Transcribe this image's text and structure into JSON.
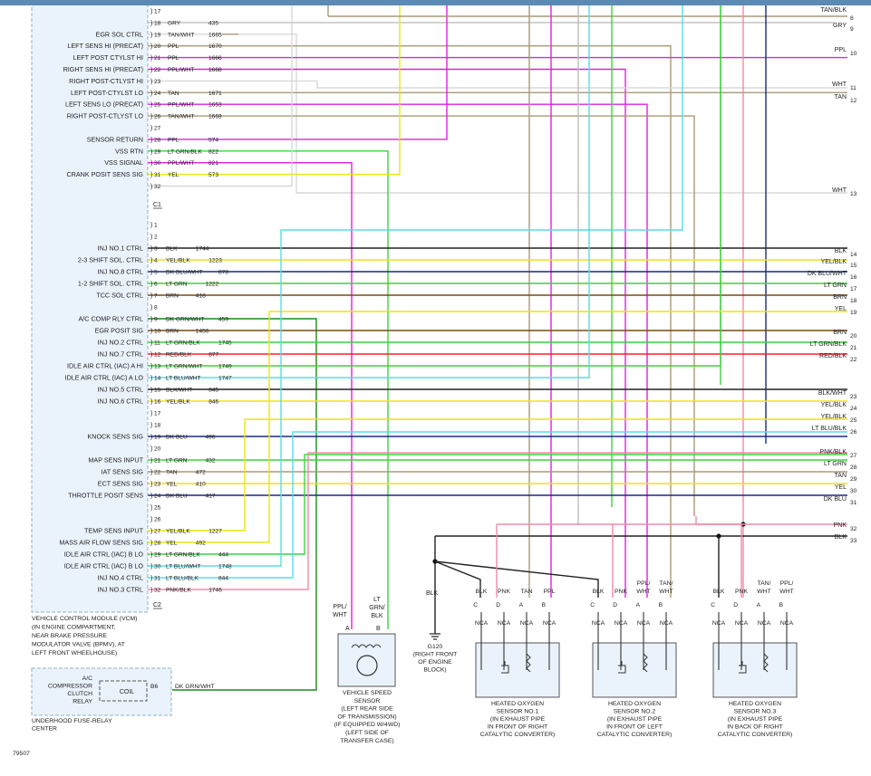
{
  "colors": {
    "GRY": "#bdbdbd",
    "TAN": "#a89a78",
    "PPL": "#e020e0",
    "WHT": "#d8d8d8",
    "YEL": "#ece414",
    "LTGRN": "#3bd43b",
    "BLK": "#222222",
    "DKBLU": "#1a2a80",
    "BRN": "#7a4a10",
    "RED": "#ff2020",
    "LTBLU": "#55dde8",
    "PNK": "#f08aa8",
    "DKGRN": "#1a8a1a"
  },
  "vcm_pins_c1": [
    {
      "pin": "17",
      "func": "",
      "wire": "",
      "circuit": ""
    },
    {
      "pin": "18",
      "func": "",
      "wire": "GRY",
      "circuit": "435"
    },
    {
      "pin": "19",
      "func": "EGR SOL CTRL",
      "wire": "TAN/WHT",
      "circuit": "1665"
    },
    {
      "pin": "20",
      "func": "LEFT SENS HI (PRECAT)",
      "wire": "PPL",
      "circuit": "1670"
    },
    {
      "pin": "21",
      "func": "LEFT POST CTYLST HI",
      "wire": "PPL",
      "circuit": "1666"
    },
    {
      "pin": "22",
      "func": "RIGHT SENS HI (PRECAT)",
      "wire": "PPL/WHT",
      "circuit": "1668"
    },
    {
      "pin": "23",
      "func": "RIGHT POST-CTLYST HI",
      "wire": "",
      "circuit": ""
    },
    {
      "pin": "24",
      "func": "LEFT POST-CTYLST LO",
      "wire": "TAN",
      "circuit": "1671"
    },
    {
      "pin": "25",
      "func": "LEFT SENS LO (PRECAT)",
      "wire": "PPL/WHT",
      "circuit": "1653"
    },
    {
      "pin": "26",
      "func": "RIGHT POST-CTLYST LO",
      "wire": "TAN/WHT",
      "circuit": "1669"
    },
    {
      "pin": "27",
      "func": "",
      "wire": "",
      "circuit": ""
    },
    {
      "pin": "28",
      "func": "SENSOR RETURN",
      "wire": "PPL",
      "circuit": "574"
    },
    {
      "pin": "29",
      "func": "VSS RTN",
      "wire": "LT GRN/BLK",
      "circuit": "822"
    },
    {
      "pin": "30",
      "func": "VSS SIGNAL",
      "wire": "PPL/WHT",
      "circuit": "821"
    },
    {
      "pin": "31",
      "func": "CRANK POSIT SENS SIG",
      "wire": "YEL",
      "circuit": "573"
    },
    {
      "pin": "32",
      "func": "",
      "wire": "",
      "circuit": ""
    }
  ],
  "connector_c1": "C1",
  "vcm_pins_c2": [
    {
      "pin": "1",
      "func": "",
      "wire": "",
      "circuit": ""
    },
    {
      "pin": "2",
      "func": "",
      "wire": "",
      "circuit": ""
    },
    {
      "pin": "3",
      "func": "INJ NO.1 CTRL",
      "wire": "BLK",
      "circuit": "1744"
    },
    {
      "pin": "4",
      "func": "2-3 SHIFT SOL. CTRL",
      "wire": "YEL/BLK",
      "circuit": "1223"
    },
    {
      "pin": "5",
      "func": "INJ NO.8 CTRL",
      "wire": "DK BLU/WHT",
      "circuit": "878"
    },
    {
      "pin": "6",
      "func": "1-2 SHIFT SOL. CTRL",
      "wire": "LT GRN",
      "circuit": "1222"
    },
    {
      "pin": "7",
      "func": "TCC SOL CTRL",
      "wire": "BRN",
      "circuit": "418"
    },
    {
      "pin": "8",
      "func": "",
      "wire": "",
      "circuit": ""
    },
    {
      "pin": "9",
      "func": "A/C COMP RLY CTRL",
      "wire": "DK GRN/WHT",
      "circuit": "459"
    },
    {
      "pin": "10",
      "func": "EGR POSIT SIG",
      "wire": "BRN",
      "circuit": "1456"
    },
    {
      "pin": "11",
      "func": "INJ NO.2 CTRL",
      "wire": "LT GRN/BLK",
      "circuit": "1745"
    },
    {
      "pin": "12",
      "func": "INJ NO.7 CTRL",
      "wire": "RED/BLK",
      "circuit": "877"
    },
    {
      "pin": "13",
      "func": "IDLE AIR CTRL (IAC) A HI",
      "wire": "LT GRN/WHT",
      "circuit": "1749"
    },
    {
      "pin": "14",
      "func": "IDLE AIR CTRL (IAC) A LO",
      "wire": "LT BLU/WHT",
      "circuit": "1747"
    },
    {
      "pin": "15",
      "func": "INJ NO.5 CTRL",
      "wire": "BLK/WHT",
      "circuit": "845"
    },
    {
      "pin": "16",
      "func": "INJ NO.6 CTRL",
      "wire": "YEL/BLK",
      "circuit": "846"
    },
    {
      "pin": "17",
      "func": "",
      "wire": "",
      "circuit": ""
    },
    {
      "pin": "18",
      "func": "",
      "wire": "",
      "circuit": ""
    },
    {
      "pin": "19",
      "func": "KNOCK SENS SIG",
      "wire": "DK BLU",
      "circuit": "496"
    },
    {
      "pin": "20",
      "func": "",
      "wire": "",
      "circuit": ""
    },
    {
      "pin": "21",
      "func": "MAP SENS INPUT",
      "wire": "LT GRN",
      "circuit": "432"
    },
    {
      "pin": "22",
      "func": "IAT SENS SIG",
      "wire": "TAN",
      "circuit": "472"
    },
    {
      "pin": "23",
      "func": "ECT SENS SIG",
      "wire": "YEL",
      "circuit": "410"
    },
    {
      "pin": "24",
      "func": "THROTTLE POSIT SENS",
      "wire": "DK BLU",
      "circuit": "417"
    },
    {
      "pin": "25",
      "func": "",
      "wire": "",
      "circuit": ""
    },
    {
      "pin": "26",
      "func": "",
      "wire": "",
      "circuit": ""
    },
    {
      "pin": "27",
      "func": "TEMP SENS INPUT",
      "wire": "YEL/BLK",
      "circuit": "1227"
    },
    {
      "pin": "28",
      "func": "MASS AIR FLOW SENS SIG",
      "wire": "YEL",
      "circuit": "492"
    },
    {
      "pin": "29",
      "func": "IDLE AIR CTRL (IAC) B LO",
      "wire": "LT GRN/BLK",
      "circuit": "444"
    },
    {
      "pin": "30",
      "func": "IDLE AIR CTRL (IAC) B LO",
      "wire": "LT BLU/WHT",
      "circuit": "1748"
    },
    {
      "pin": "31",
      "func": "INJ NO.4 CTRL",
      "wire": "LT BLU/BLK",
      "circuit": "844"
    },
    {
      "pin": "32",
      "func": "INJ NO.3 CTRL",
      "wire": "PNK/BLK",
      "circuit": "1746"
    }
  ],
  "connector_c2": "C2",
  "vcm_caption": [
    "VEHICLE CONTROL MODULE (VCM)",
    "(IN ENGINE COMPARTMENT,",
    "NEAR BRAKE PRESSURE",
    "MODULATOR VALVE (BPMV), AT",
    "LEFT FRONT WHEELHOUSE)"
  ],
  "right_refs": [
    {
      "label": "TAN/BLK",
      "num": ""
    },
    {
      "label": "",
      "num": "8"
    },
    {
      "label": "GRY",
      "num": "9"
    },
    {
      "label": "PPL",
      "num": "10"
    },
    {
      "label": "WHT",
      "num": "11"
    },
    {
      "label": "TAN",
      "num": "12"
    },
    {
      "label": "WHT",
      "num": "13"
    },
    {
      "label": "BLK",
      "num": "14"
    },
    {
      "label": "YEL/BLK",
      "num": "15"
    },
    {
      "label": "DK BLU/WHT",
      "num": "16"
    },
    {
      "label": "LT GRN",
      "num": "17"
    },
    {
      "label": "BRN",
      "num": "18"
    },
    {
      "label": "YEL",
      "num": "19"
    },
    {
      "label": "BRN",
      "num": "20"
    },
    {
      "label": "LT GRN/BLK",
      "num": "21"
    },
    {
      "label": "RED/BLK",
      "num": "22"
    },
    {
      "label": "BLK/WHT",
      "num": "23"
    },
    {
      "label": "YEL/BLK",
      "num": "24"
    },
    {
      "label": "YEL/BLK",
      "num": "25"
    },
    {
      "label": "LT BLU/BLK",
      "num": "26"
    },
    {
      "label": "PNK/BLK",
      "num": "27"
    },
    {
      "label": "LT GRN",
      "num": "28"
    },
    {
      "label": "TAN",
      "num": "29"
    },
    {
      "label": "YEL",
      "num": "30"
    },
    {
      "label": "DK BLU",
      "num": "31"
    },
    {
      "label": "PNK",
      "num": "32"
    },
    {
      "label": "BLK",
      "num": "33"
    }
  ],
  "relay": {
    "lines": [
      "A/C",
      "COMPRESSOR",
      "CLUTCH",
      "RELAY"
    ],
    "coil": "COIL",
    "pin": "B6",
    "wire": "DK GRN/WHT",
    "caption": [
      "UNDERHOOD FUSE-RELAY",
      "CENTER"
    ]
  },
  "vss": {
    "wire_a": [
      "PPL/",
      "WHT"
    ],
    "wire_b": [
      "LT",
      "GRN/",
      "BLK"
    ],
    "pin_a": "A",
    "pin_b": "B",
    "caption": [
      "VEHICLE SPEED",
      "SENSOR",
      "(LEFT REAR SIDE",
      "OF TRANSMISSION)",
      "(IF EQUIPPED W/4WD)",
      "(LEFT SIDE OF",
      "TRANSFER CASE)"
    ]
  },
  "ground": {
    "wire": "BLK",
    "caption": [
      "G120",
      "(RIGHT FRONT",
      "OF ENGINE",
      "BLOCK)"
    ]
  },
  "ho2s": [
    {
      "wires": [
        [
          "BLK"
        ],
        [
          "PNK"
        ],
        [
          "TAN"
        ],
        [
          "PPL"
        ]
      ],
      "caption": [
        "HEATED OXYGEN",
        "SENSOR NO.1",
        "(IN EXHAUST PIPE",
        "IN FRONT OF RIGHT",
        "CATALYTIC CONVERTER)"
      ]
    },
    {
      "wires": [
        [
          "BLK"
        ],
        [
          "PNK"
        ],
        [
          "PPL/",
          "WHT"
        ],
        [
          "TAN/",
          "WHT"
        ]
      ],
      "caption": [
        "HEATED OXYGEN",
        "SENSOR NO.2",
        "(IN EXHAUST PIPE",
        "IN FRONT OF LEFT",
        "CATALYTIC CONVERTER)"
      ]
    },
    {
      "wires": [
        [
          "BLK"
        ],
        [
          "PNK"
        ],
        [
          "TAN/",
          "WHT"
        ],
        [
          "PPL/",
          "WHT"
        ]
      ],
      "caption": [
        "HEATED OXYGEN",
        "SENSOR NO.3",
        "(IN EXHAUST PIPE",
        "IN BACK OF RIGHT",
        "CATALYTIC CONVERTER)"
      ]
    }
  ],
  "sensor_pins": [
    "C",
    "D",
    "A",
    "B"
  ],
  "nca": "NCA",
  "figure_id": "79507"
}
